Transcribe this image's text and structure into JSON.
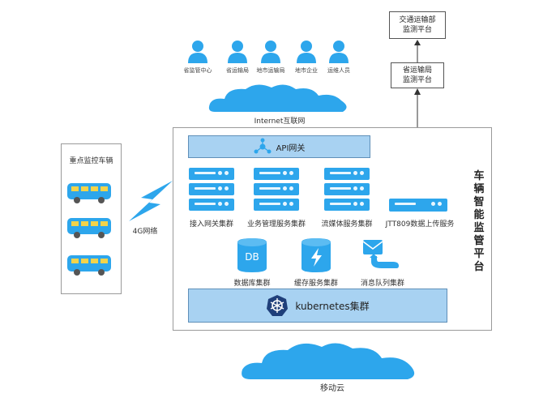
{
  "users": [
    "省监管中心",
    "省运输局",
    "地市运输局",
    "地市企业",
    "运维人员"
  ],
  "internet_label": "Internet互联网",
  "ministry_platform": "交通运输部\n监测平台",
  "province_platform": "省运输局\n监测平台",
  "vehicles_title": "重点监控车辆",
  "network_label": "4G网络",
  "api_gateway": "API网关",
  "clusters": {
    "access": "接入网关集群",
    "business": "业务管理服务集群",
    "media": "流媒体服务集群",
    "jtt809": "JTT809数据上传服务",
    "database": "数据库集群",
    "db_icon": "DB",
    "cache": "缓存服务集群",
    "mq": "消息队列集群"
  },
  "kubernetes": "kubernetes集群",
  "platform_title": "车辆智能监管平台",
  "cloud_label": "移动云",
  "colors": {
    "accent": "#2da6ec",
    "bar_fill": "#a8d2f2",
    "bar_border": "#5f8fb8"
  }
}
